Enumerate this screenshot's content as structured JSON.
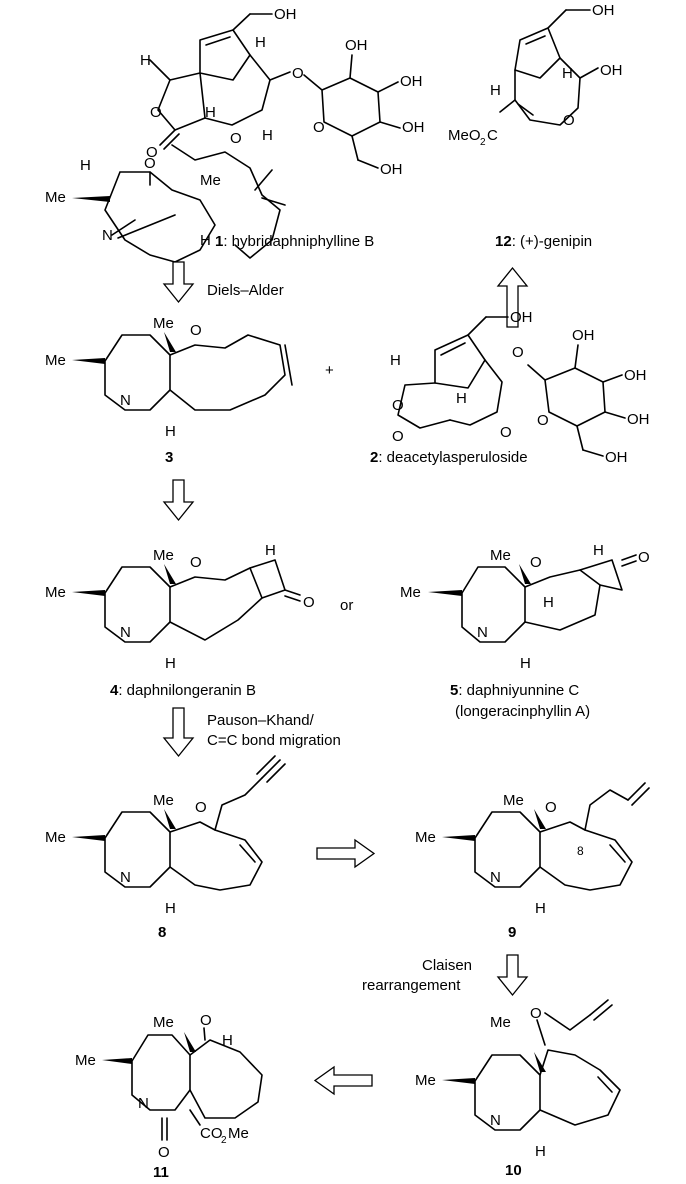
{
  "compounds": {
    "c1": {
      "number": "1",
      "name": ": hybridaphniphylline B"
    },
    "c12": {
      "number": "12",
      "name": ": (+)-genipin"
    },
    "c2": {
      "number": "2",
      "name": ": deacetylasperuloside"
    },
    "c3": {
      "number": "3"
    },
    "c4": {
      "number": "4",
      "name": ": daphnilongeranin B"
    },
    "c5": {
      "number": "5",
      "name": ": daphniyunnine C",
      "alt": "(longeracinphyllin A)"
    },
    "c8": {
      "number": "8"
    },
    "c9": {
      "number": "9"
    },
    "c10": {
      "number": "10"
    },
    "c11": {
      "number": "11"
    }
  },
  "conditions": {
    "diels_alder": "Diels–Alder",
    "pauson_khand_1": "Pauson–Khand/",
    "pauson_khand_2": "C=C bond migration",
    "claisen_1": "Claisen",
    "claisen_2": "rearrangement"
  },
  "connectors": {
    "plus": "+",
    "or": "or"
  },
  "atoms": {
    "OH": "OH",
    "O": "O",
    "H": "H",
    "Me": "Me",
    "N": "N",
    "MeO": "MeO",
    "C": "C",
    "CO": "CO",
    "Me_tail": "Me",
    "two": "2",
    "eight": "8"
  }
}
